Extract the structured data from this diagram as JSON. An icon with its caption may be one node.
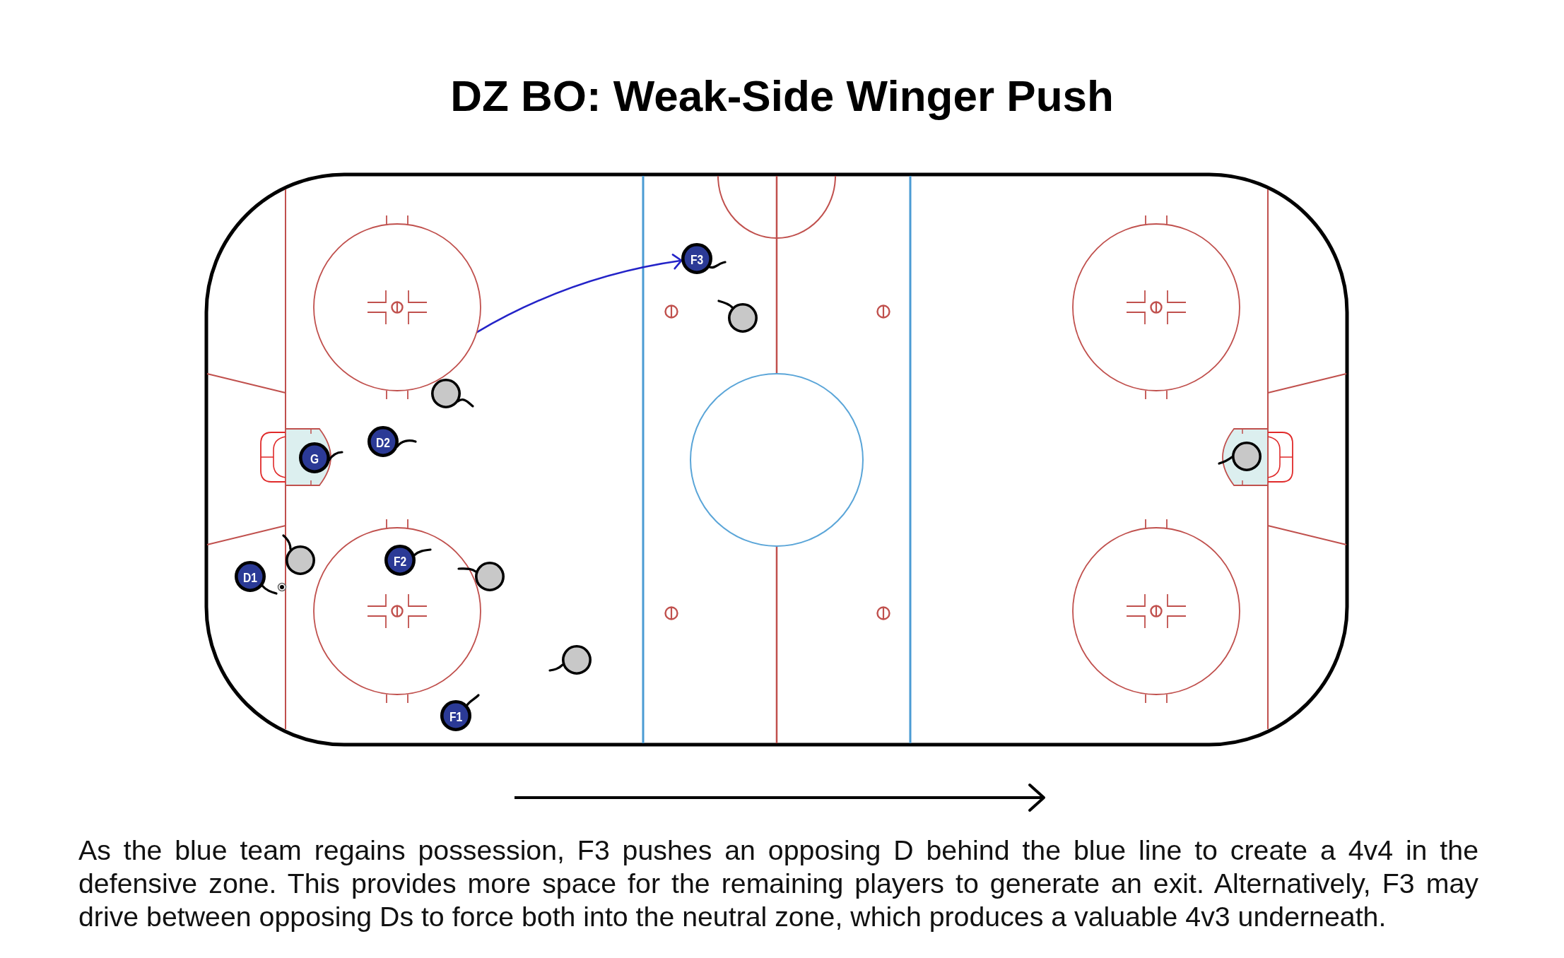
{
  "diagram": {
    "title": "DZ BO: Weak-Side Winger Push",
    "nodes": [
      {
        "text": [],
        "shape": "circle"
      },
      {
        "text": [],
        "shape": "circle"
      },
      {
        "text": [],
        "shape": "circle"
      },
      {
        "text": [],
        "shape": "circle"
      },
      {
        "text": [
          "F3"
        ]
      },
      {
        "text": [],
        "shape": "circle"
      },
      {
        "text": [],
        "shape": "circle"
      },
      {
        "text": [
          "D2"
        ]
      },
      {
        "text": [
          "G"
        ]
      },
      {
        "text": [],
        "shape": "circle"
      },
      {
        "text": [],
        "shape": "circle"
      },
      {
        "text": [
          "F2"
        ],
        "in": 2
      },
      {
        "text": [],
        "shape": "circle"
      },
      {
        "text": [
          "D1"
        ]
      },
      {
        "text": [],
        "shape": "circle"
      },
      {
        "text": [
          "F1"
        ]
      }
    ],
    "edges": [
      {
        "from": 0,
        "to": 4,
        "arrow": "to",
        "color": "#2323c8"
      }
    ],
    "caption": "As the blue team regains possession, F3 pushes an opposing D behind the blue line to create a 4v4 in the defensive zone. This provides more space for the remaining players to generate an exit. Alternatively, F3 may drive between opposing Ds to force both into the neutral zone, which produces a valuable 4v3 underneath."
  }
}
